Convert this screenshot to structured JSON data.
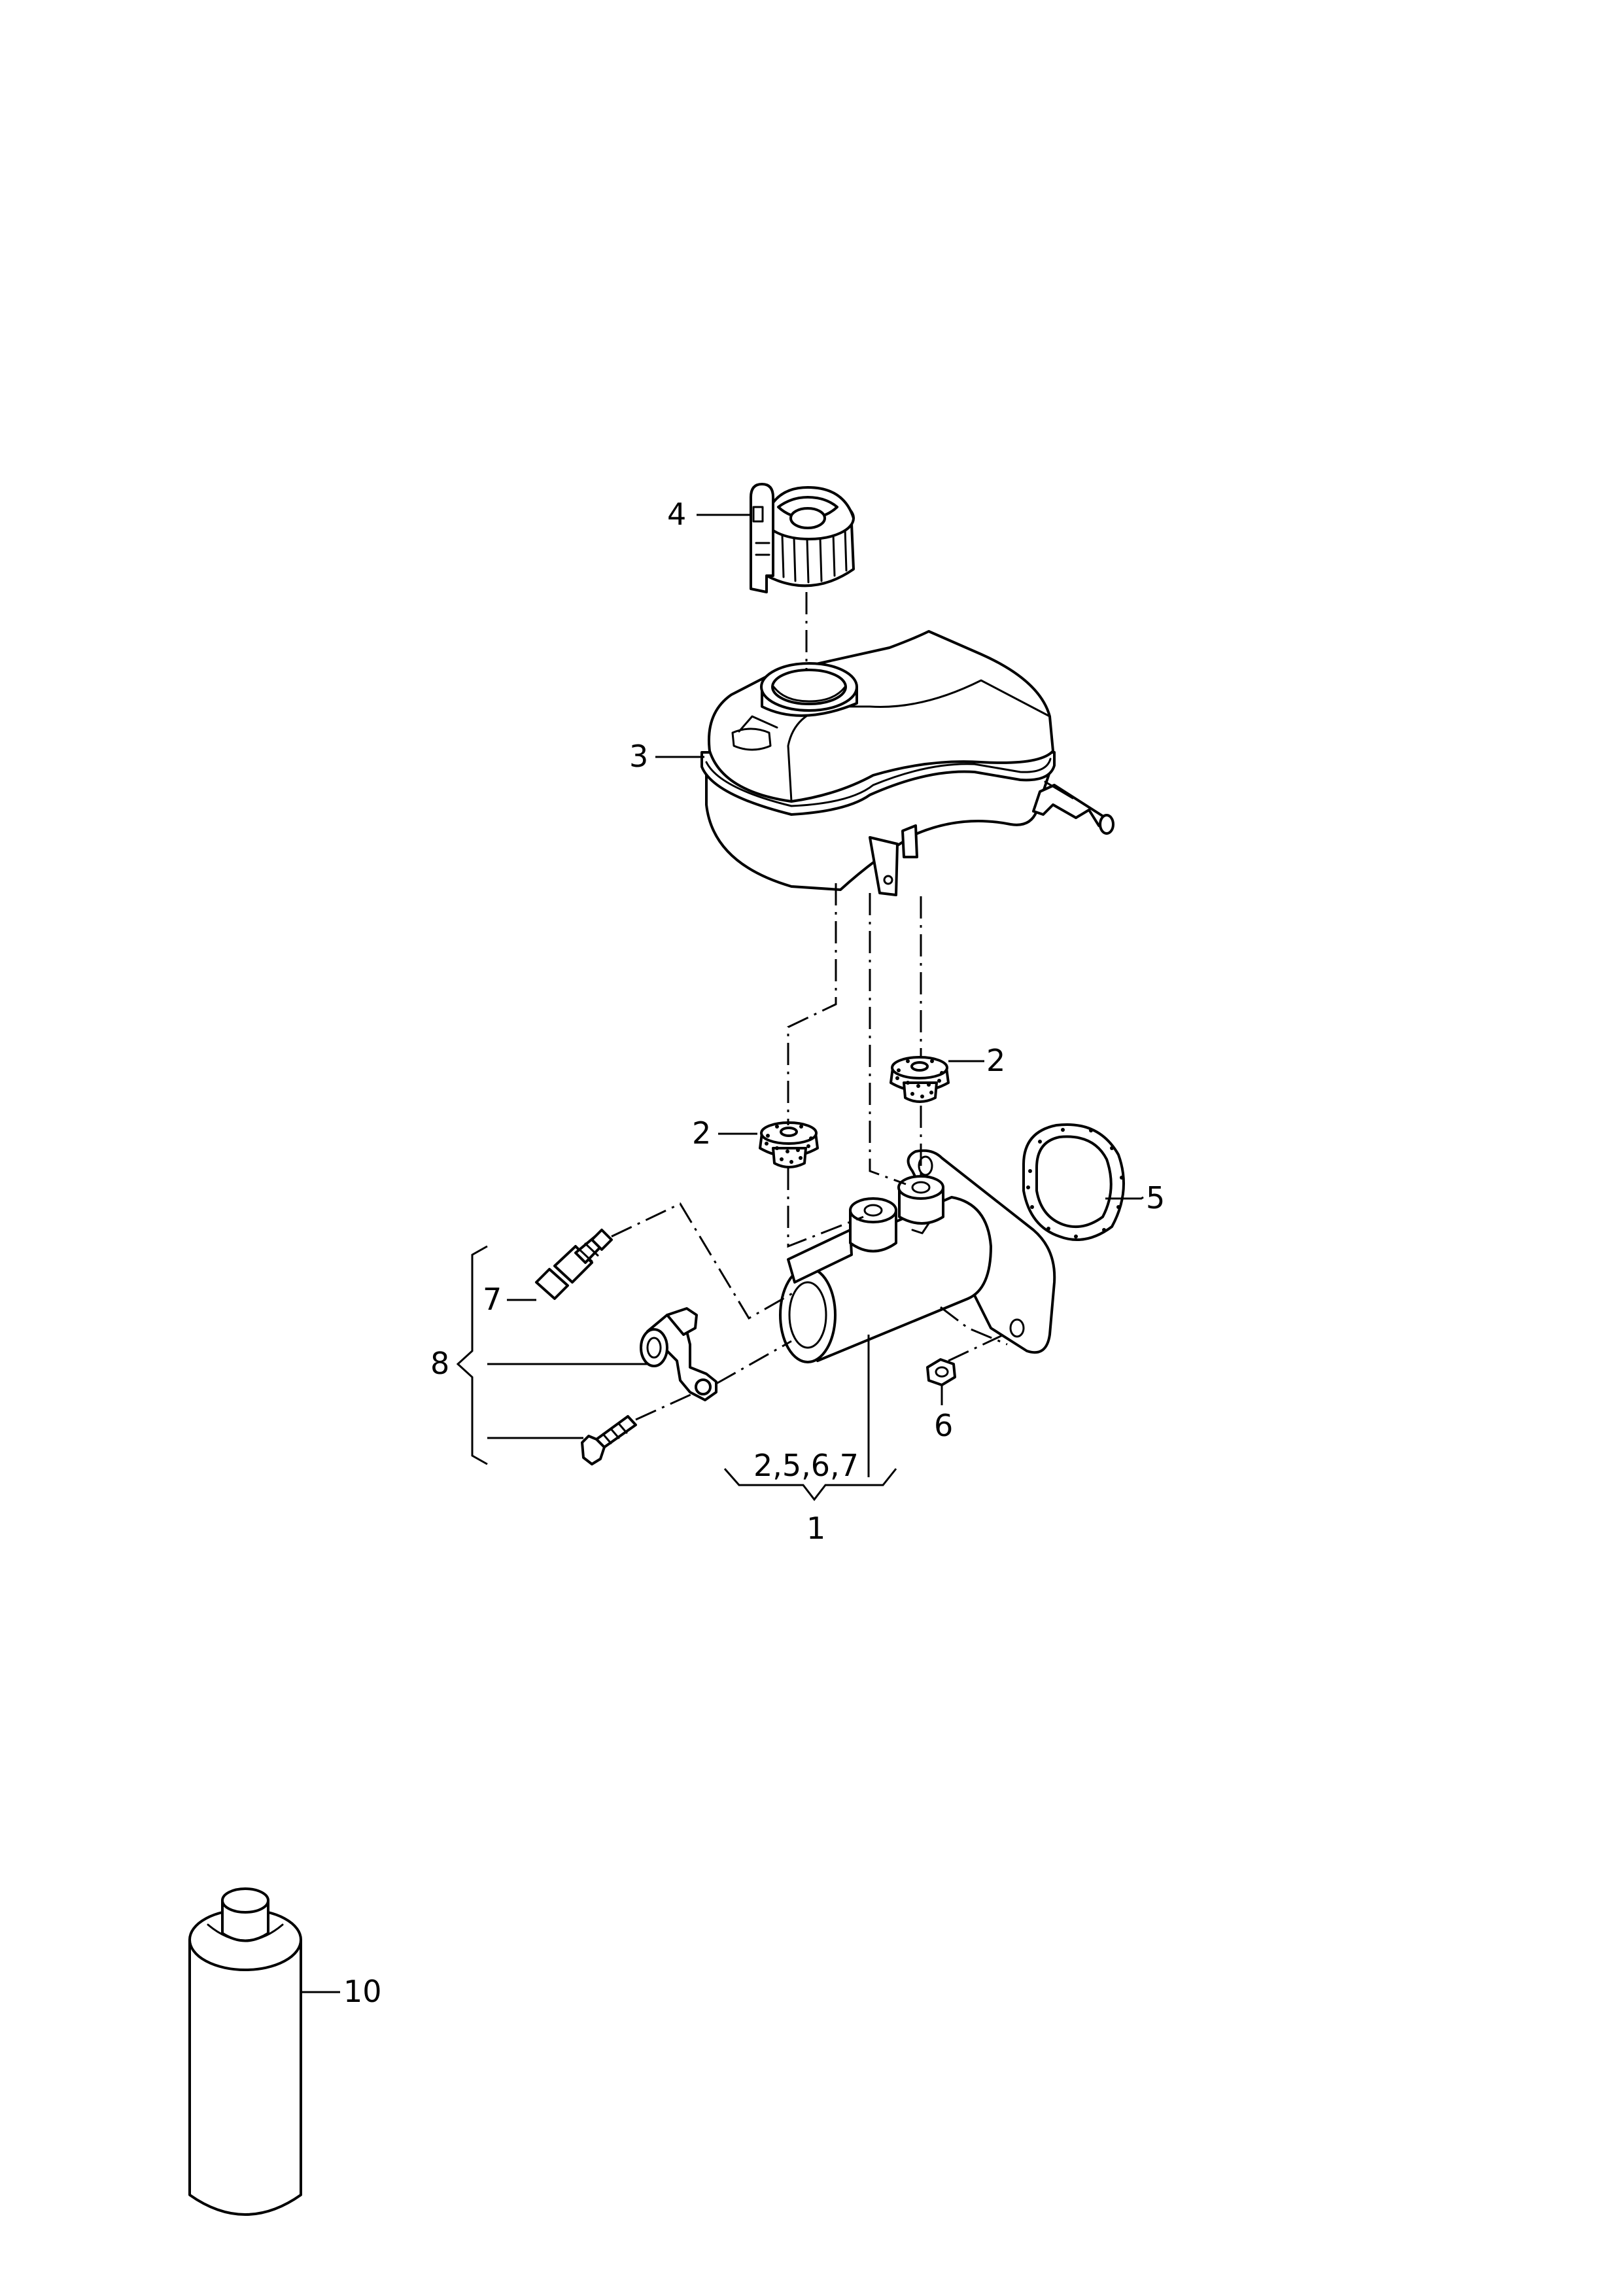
{
  "callouts": {
    "c1": "1",
    "c2a": "2",
    "c2b": "2",
    "c3": "3",
    "c4": "4",
    "c5": "5",
    "c6": "6",
    "c7": "7",
    "c8": "8",
    "c10": "10",
    "kit_contents": "2,5,6,7"
  },
  "parts": [
    {
      "ref": "1",
      "icon": "brake-master-cylinder-icon"
    },
    {
      "ref": "2",
      "icon": "grommet-icon"
    },
    {
      "ref": "3",
      "icon": "fluid-reservoir-icon"
    },
    {
      "ref": "4",
      "icon": "reservoir-cap-with-sensor-icon"
    },
    {
      "ref": "5",
      "icon": "gasket-icon"
    },
    {
      "ref": "6",
      "icon": "hex-nut-icon"
    },
    {
      "ref": "7",
      "icon": "pressure-sensor-icon"
    },
    {
      "ref": "8",
      "icon": "bracket-and-bolt-icon"
    },
    {
      "ref": "10",
      "icon": "brake-fluid-bottle-icon"
    }
  ]
}
